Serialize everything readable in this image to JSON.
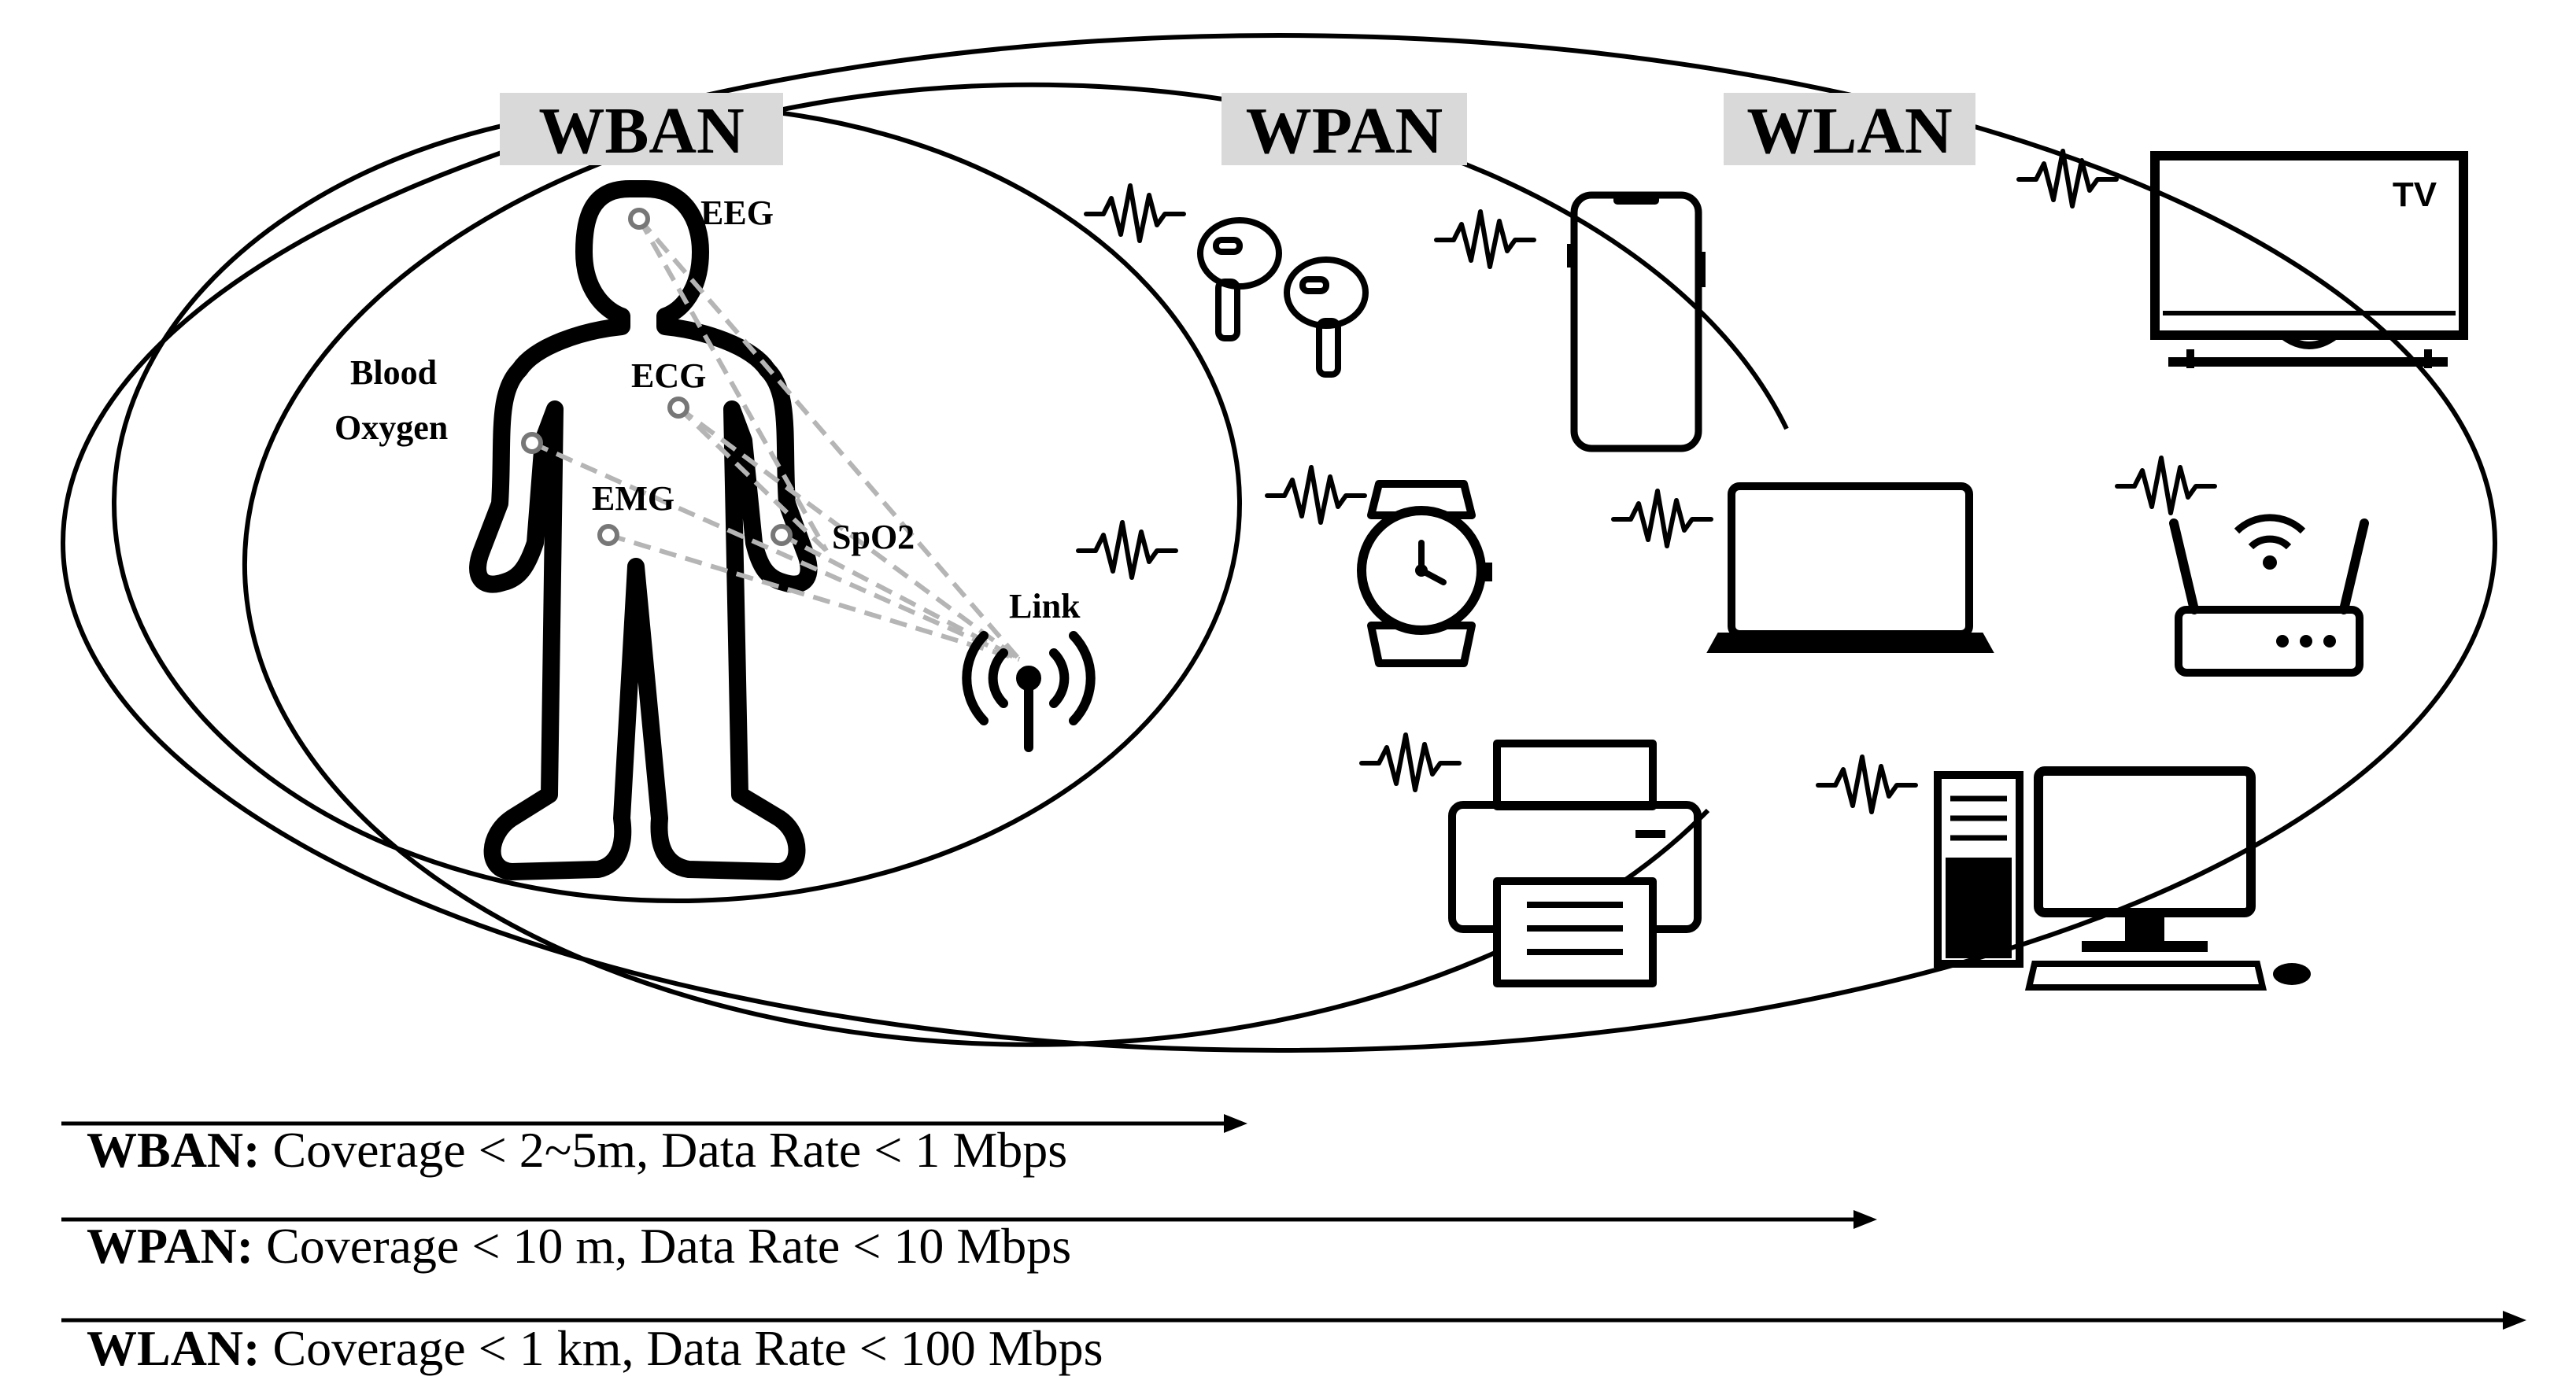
{
  "networks": {
    "wban": {
      "label": "WBAN"
    },
    "wpan": {
      "label": "WPAN"
    },
    "wlan": {
      "label": "WLAN"
    }
  },
  "sensors": {
    "eeg": "EEG",
    "ecg": "ECG",
    "blood_oxygen_line1": "Blood",
    "blood_oxygen_line2": "Oxygen",
    "emg": "EMG",
    "spo2": "SpO2",
    "link": "Link"
  },
  "devices": {
    "tv_label": "TV",
    "icons": [
      "earbuds-icon",
      "smartphone-icon",
      "tv-icon",
      "smartwatch-icon",
      "laptop-icon",
      "router-icon",
      "printer-icon",
      "desktop-computer-icon",
      "antenna-icon",
      "human-body-icon",
      "wireless-signal-icon"
    ]
  },
  "legend": [
    {
      "name": "WBAN",
      "separator": ":",
      "description": " Coverage < 2~5m, Data Rate < 1 Mbps"
    },
    {
      "name": "WPAN",
      "separator": ":",
      "description": " Coverage < 10 m, Data Rate < 10 Mbps"
    },
    {
      "name": "WLAN",
      "separator": ":",
      "description": " Coverage < 1 km, Data Rate < 100 Mbps"
    }
  ],
  "colors": {
    "label_background": "#d9d9d9",
    "stroke": "#000000",
    "sensor_link": "#b5b5b5"
  }
}
